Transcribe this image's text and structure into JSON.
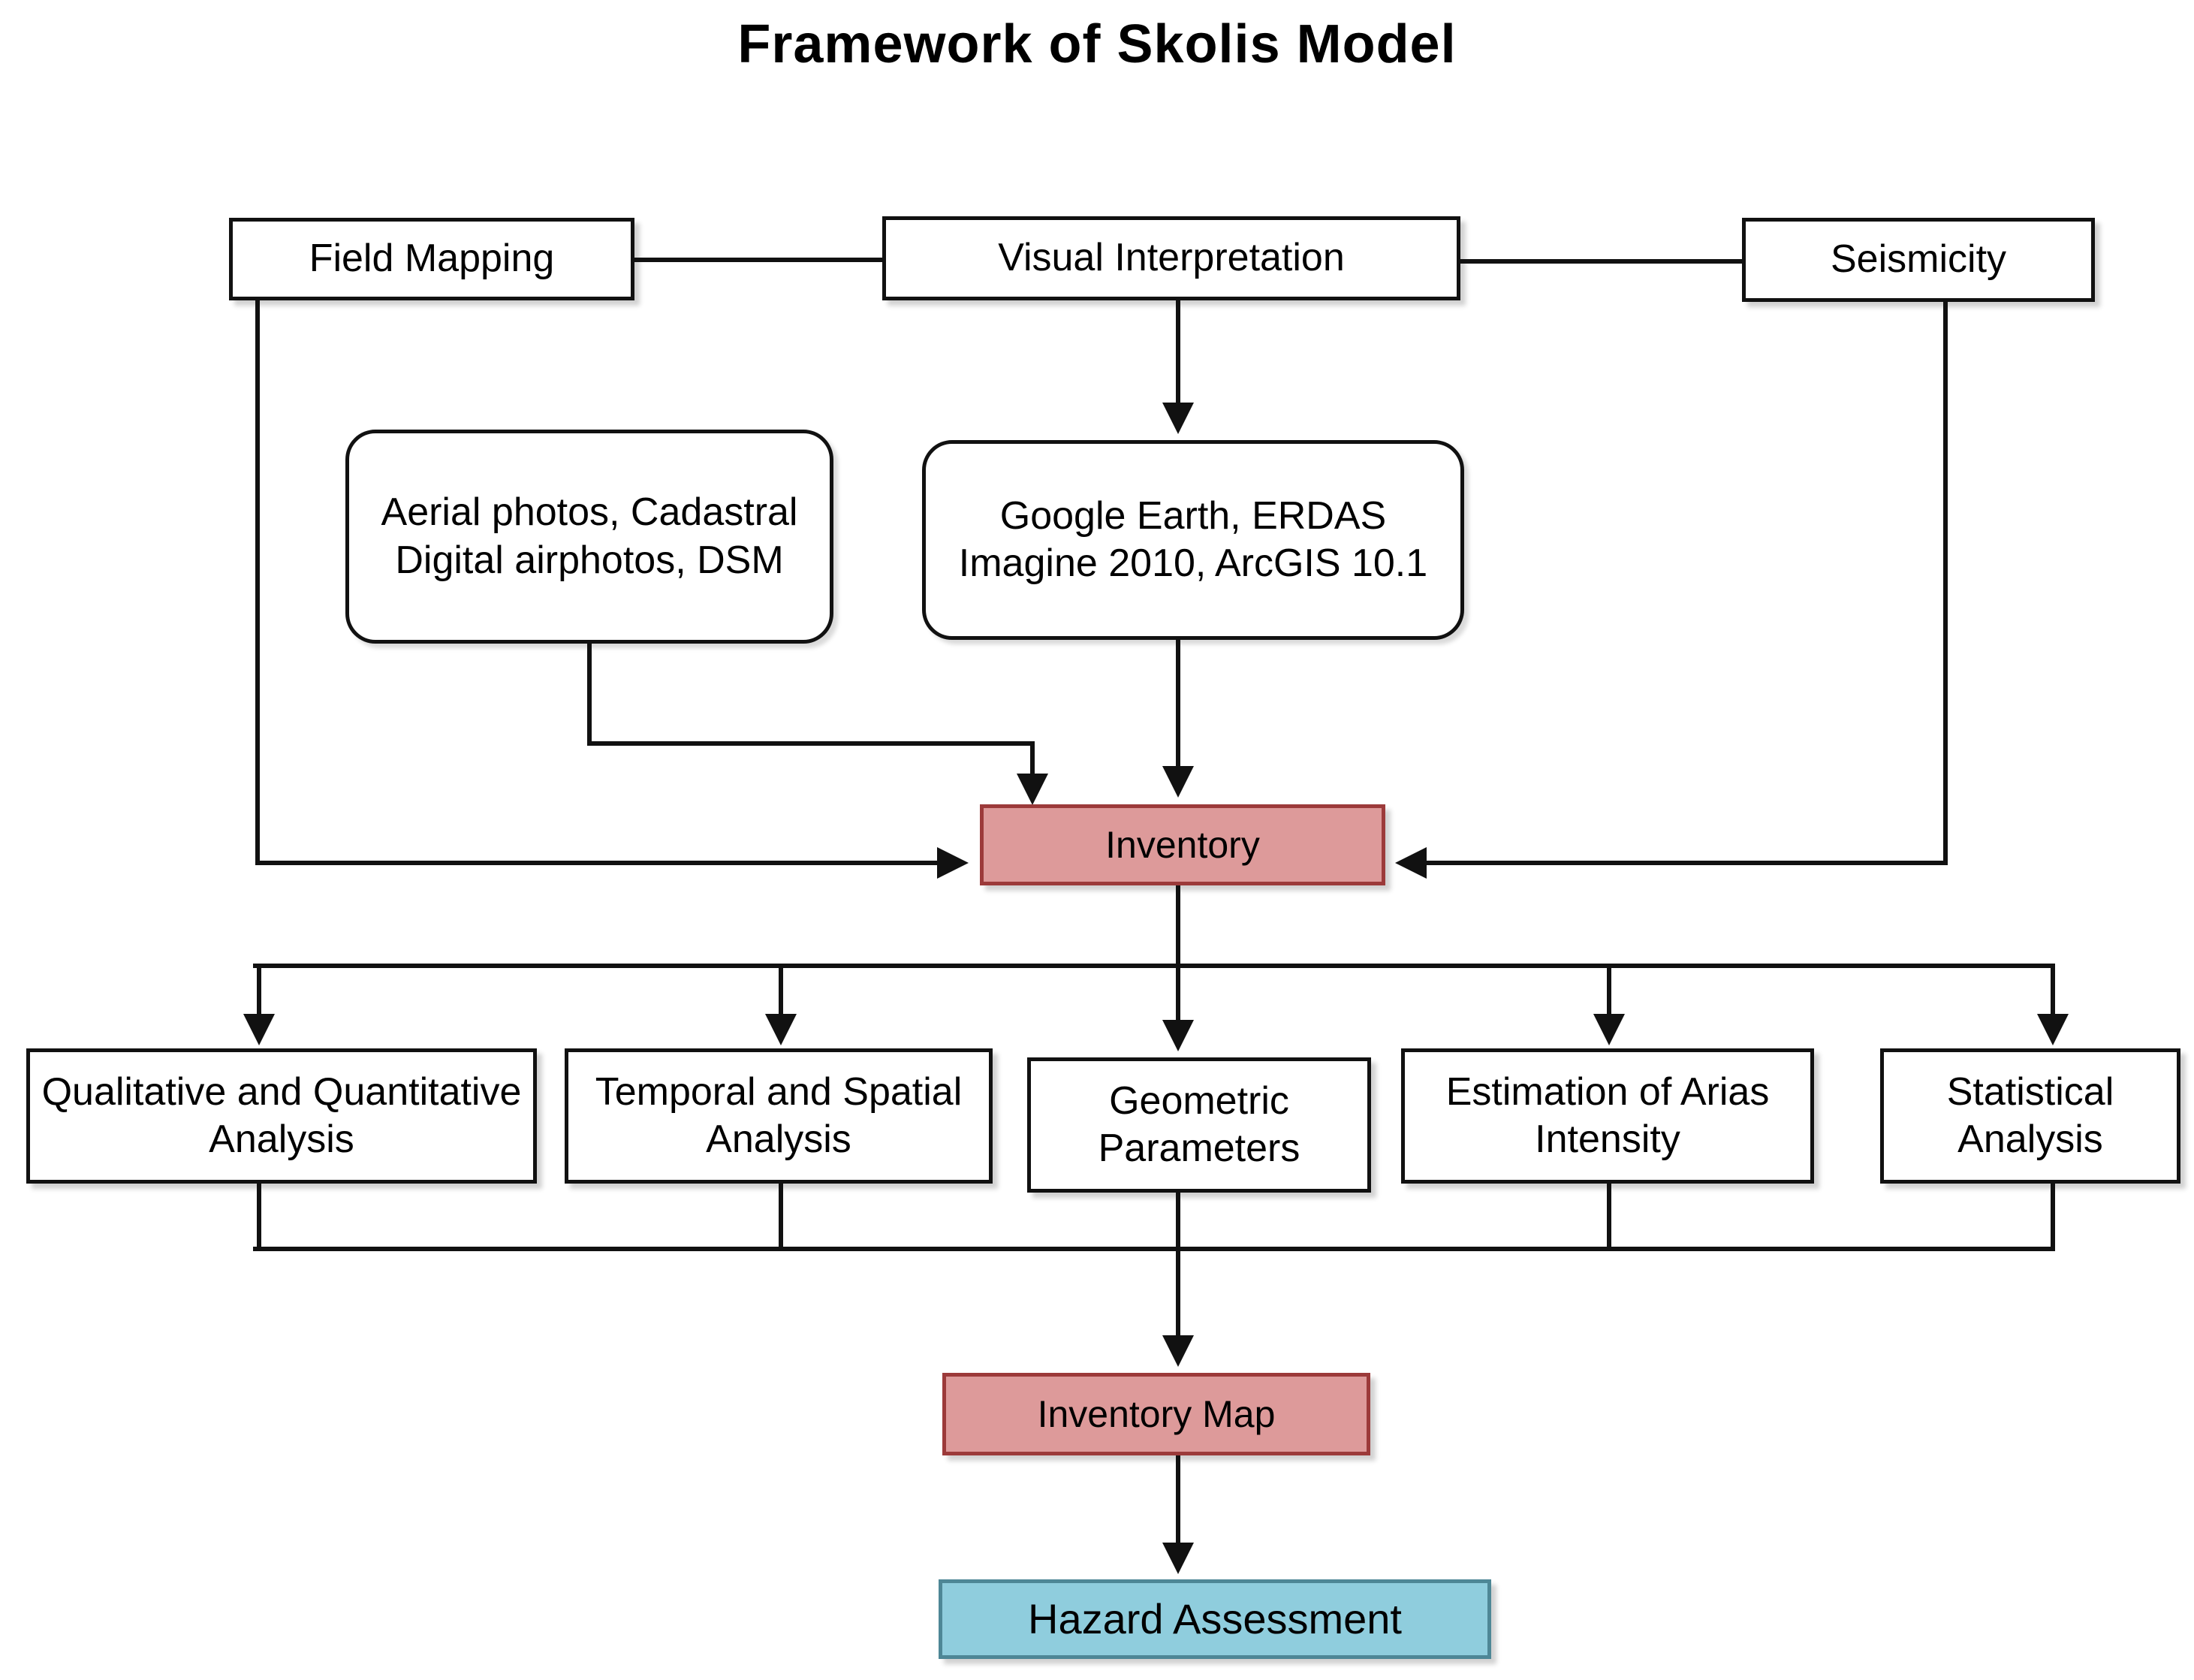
{
  "title": "Framework of Skolis Model",
  "nodes": {
    "field_mapping": "Field Mapping",
    "visual_interpretation": "Visual Interpretation",
    "seismicity": "Seismicity",
    "aerial_sources": "Aerial photos, Cadastral Digital airphotos, DSM",
    "software_tools": "Google Earth, ERDAS Imagine 2010, ArcGIS 10.1",
    "inventory": "Inventory",
    "qualitative_quantitative": "Qualitative and Quantitative Analysis",
    "temporal_spatial": "Temporal and Spatial Analysis",
    "geometric_parameters": "Geometric Parameters",
    "arias_intensity": "Estimation of Arias Intensity",
    "statistical_analysis": "Statistical Analysis",
    "inventory_map": "Inventory Map",
    "hazard_assessment": "Hazard Assessment"
  },
  "colors": {
    "inventory_fill": "#dd9a9a",
    "inventory_border": "#9c3a3a",
    "hazard_fill": "#8fcddd",
    "hazard_border": "#4e8796",
    "line": "#111111",
    "box_border": "#111111",
    "background": "#ffffff"
  },
  "chart_data": {
    "type": "diagram",
    "title": "Framework of Skolis Model",
    "nodes": [
      {
        "id": "field_mapping",
        "label": "Field Mapping",
        "shape": "rect",
        "fill": "#ffffff"
      },
      {
        "id": "visual_interpretation",
        "label": "Visual Interpretation",
        "shape": "rect",
        "fill": "#ffffff"
      },
      {
        "id": "seismicity",
        "label": "Seismicity",
        "shape": "rect",
        "fill": "#ffffff"
      },
      {
        "id": "aerial_sources",
        "label": "Aerial photos, Cadastral Digital airphotos, DSM",
        "shape": "rounded-rect",
        "fill": "#ffffff"
      },
      {
        "id": "software_tools",
        "label": "Google Earth, ERDAS Imagine 2010, ArcGIS 10.1",
        "shape": "rounded-rect",
        "fill": "#ffffff"
      },
      {
        "id": "inventory",
        "label": "Inventory",
        "shape": "rect",
        "fill": "#dd9a9a"
      },
      {
        "id": "qualitative_quantitative",
        "label": "Qualitative and Quantitative Analysis",
        "shape": "rect",
        "fill": "#ffffff"
      },
      {
        "id": "temporal_spatial",
        "label": "Temporal and Spatial Analysis",
        "shape": "rect",
        "fill": "#ffffff"
      },
      {
        "id": "geometric_parameters",
        "label": "Geometric Parameters",
        "shape": "rect",
        "fill": "#ffffff"
      },
      {
        "id": "arias_intensity",
        "label": "Estimation of Arias Intensity",
        "shape": "rect",
        "fill": "#ffffff"
      },
      {
        "id": "statistical_analysis",
        "label": "Statistical Analysis",
        "shape": "rect",
        "fill": "#ffffff"
      },
      {
        "id": "inventory_map",
        "label": "Inventory Map",
        "shape": "rect",
        "fill": "#dd9a9a"
      },
      {
        "id": "hazard_assessment",
        "label": "Hazard Assessment",
        "shape": "rect",
        "fill": "#8fcddd"
      }
    ],
    "edges": [
      {
        "from": "field_mapping",
        "to": "visual_interpretation",
        "arrow": false
      },
      {
        "from": "visual_interpretation",
        "to": "seismicity",
        "arrow": false
      },
      {
        "from": "visual_interpretation",
        "to": "software_tools",
        "arrow": true
      },
      {
        "from": "software_tools",
        "to": "inventory",
        "arrow": true
      },
      {
        "from": "aerial_sources",
        "to": "inventory",
        "arrow": true
      },
      {
        "from": "field_mapping",
        "to": "inventory",
        "arrow": true
      },
      {
        "from": "seismicity",
        "to": "inventory",
        "arrow": true
      },
      {
        "from": "inventory",
        "to": "qualitative_quantitative",
        "arrow": true
      },
      {
        "from": "inventory",
        "to": "temporal_spatial",
        "arrow": true
      },
      {
        "from": "inventory",
        "to": "geometric_parameters",
        "arrow": true
      },
      {
        "from": "inventory",
        "to": "arias_intensity",
        "arrow": true
      },
      {
        "from": "inventory",
        "to": "statistical_analysis",
        "arrow": true
      },
      {
        "from": "qualitative_quantitative",
        "to": "inventory_map",
        "arrow": true
      },
      {
        "from": "temporal_spatial",
        "to": "inventory_map",
        "arrow": true
      },
      {
        "from": "geometric_parameters",
        "to": "inventory_map",
        "arrow": true
      },
      {
        "from": "arias_intensity",
        "to": "inventory_map",
        "arrow": true
      },
      {
        "from": "statistical_analysis",
        "to": "inventory_map",
        "arrow": true
      },
      {
        "from": "inventory_map",
        "to": "hazard_assessment",
        "arrow": true
      }
    ]
  }
}
